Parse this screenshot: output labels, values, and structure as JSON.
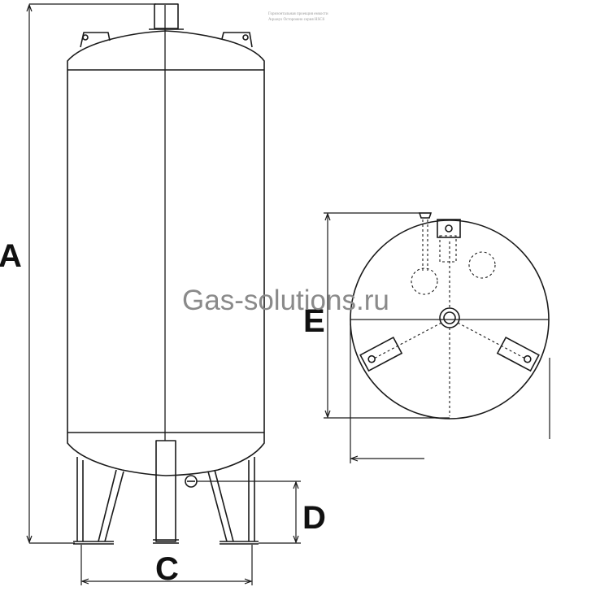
{
  "labels": {
    "A": "A",
    "C": "C",
    "D": "D",
    "E": "E"
  },
  "watermark": "Gas-solutions.ru",
  "header_note": {
    "line1": "Горизонтальная проекция емкости",
    "line2": "Aquasys Осторожно серия HSC6"
  },
  "colors": {
    "line": "#1a1a1a",
    "watermark": "#8a8a8a"
  }
}
